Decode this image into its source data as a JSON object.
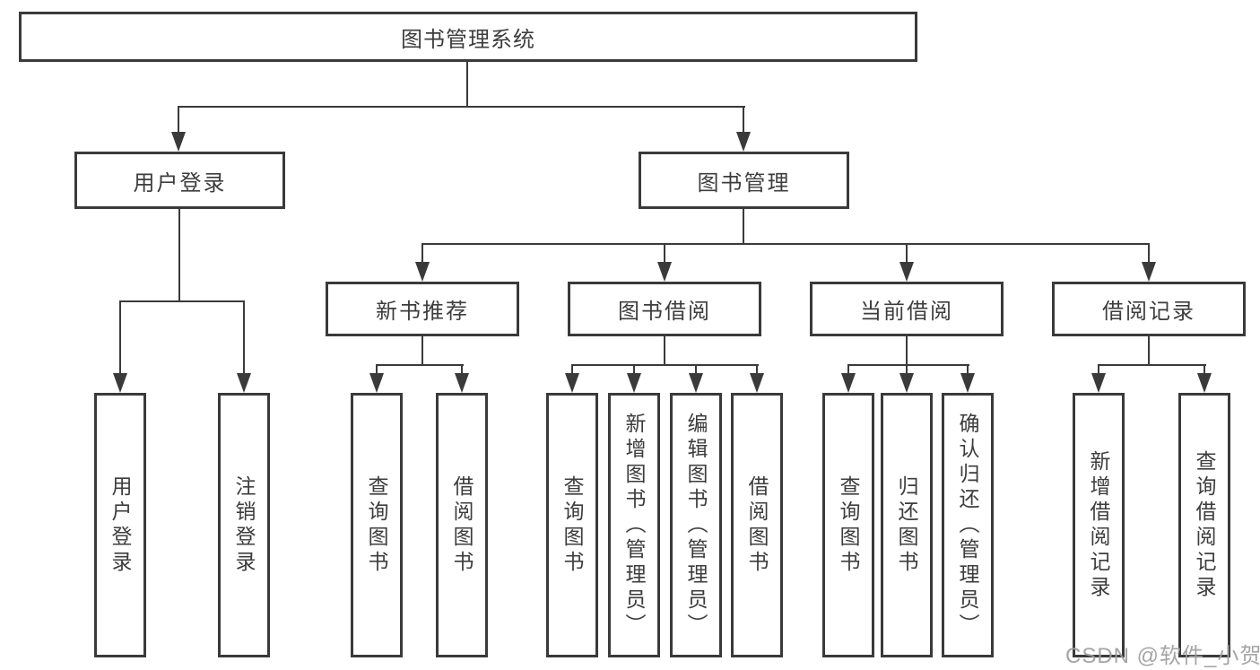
{
  "diagram": {
    "type": "hierarchy-tree",
    "title": "图书管理系统",
    "root": {
      "label": "图书管理系统"
    },
    "level2": {
      "user_login": {
        "label": "用户登录"
      },
      "book_mgmt": {
        "label": "图书管理"
      }
    },
    "level3": {
      "new_book_rec": {
        "label": "新书推荐"
      },
      "book_borrow": {
        "label": "图书借阅"
      },
      "current_borrow": {
        "label": "当前借阅"
      },
      "borrow_record": {
        "label": "借阅记录"
      }
    },
    "leaves": {
      "user_login": [
        {
          "label": "用户登录"
        },
        {
          "label": "注销登录"
        }
      ],
      "new_book_rec": [
        {
          "label": "查询图书"
        },
        {
          "label": "借阅图书"
        }
      ],
      "book_borrow": [
        {
          "label": "查询图书"
        },
        {
          "label": "新增图书（管理员）"
        },
        {
          "label": "编辑图书（管理员）"
        },
        {
          "label": "借阅图书"
        }
      ],
      "current_borrow": [
        {
          "label": "查询图书"
        },
        {
          "label": "归还图书"
        },
        {
          "label": "确认归还（管理员）"
        }
      ],
      "borrow_record": [
        {
          "label": "新增借阅记录"
        },
        {
          "label": "查询借阅记录"
        }
      ]
    },
    "watermark": "CSDN @软件_小贺同学",
    "colors": {
      "line": "#3a3a3a",
      "text": "#3d3d3d",
      "background": "#ffffff",
      "watermark": "#9e9e9e"
    }
  }
}
